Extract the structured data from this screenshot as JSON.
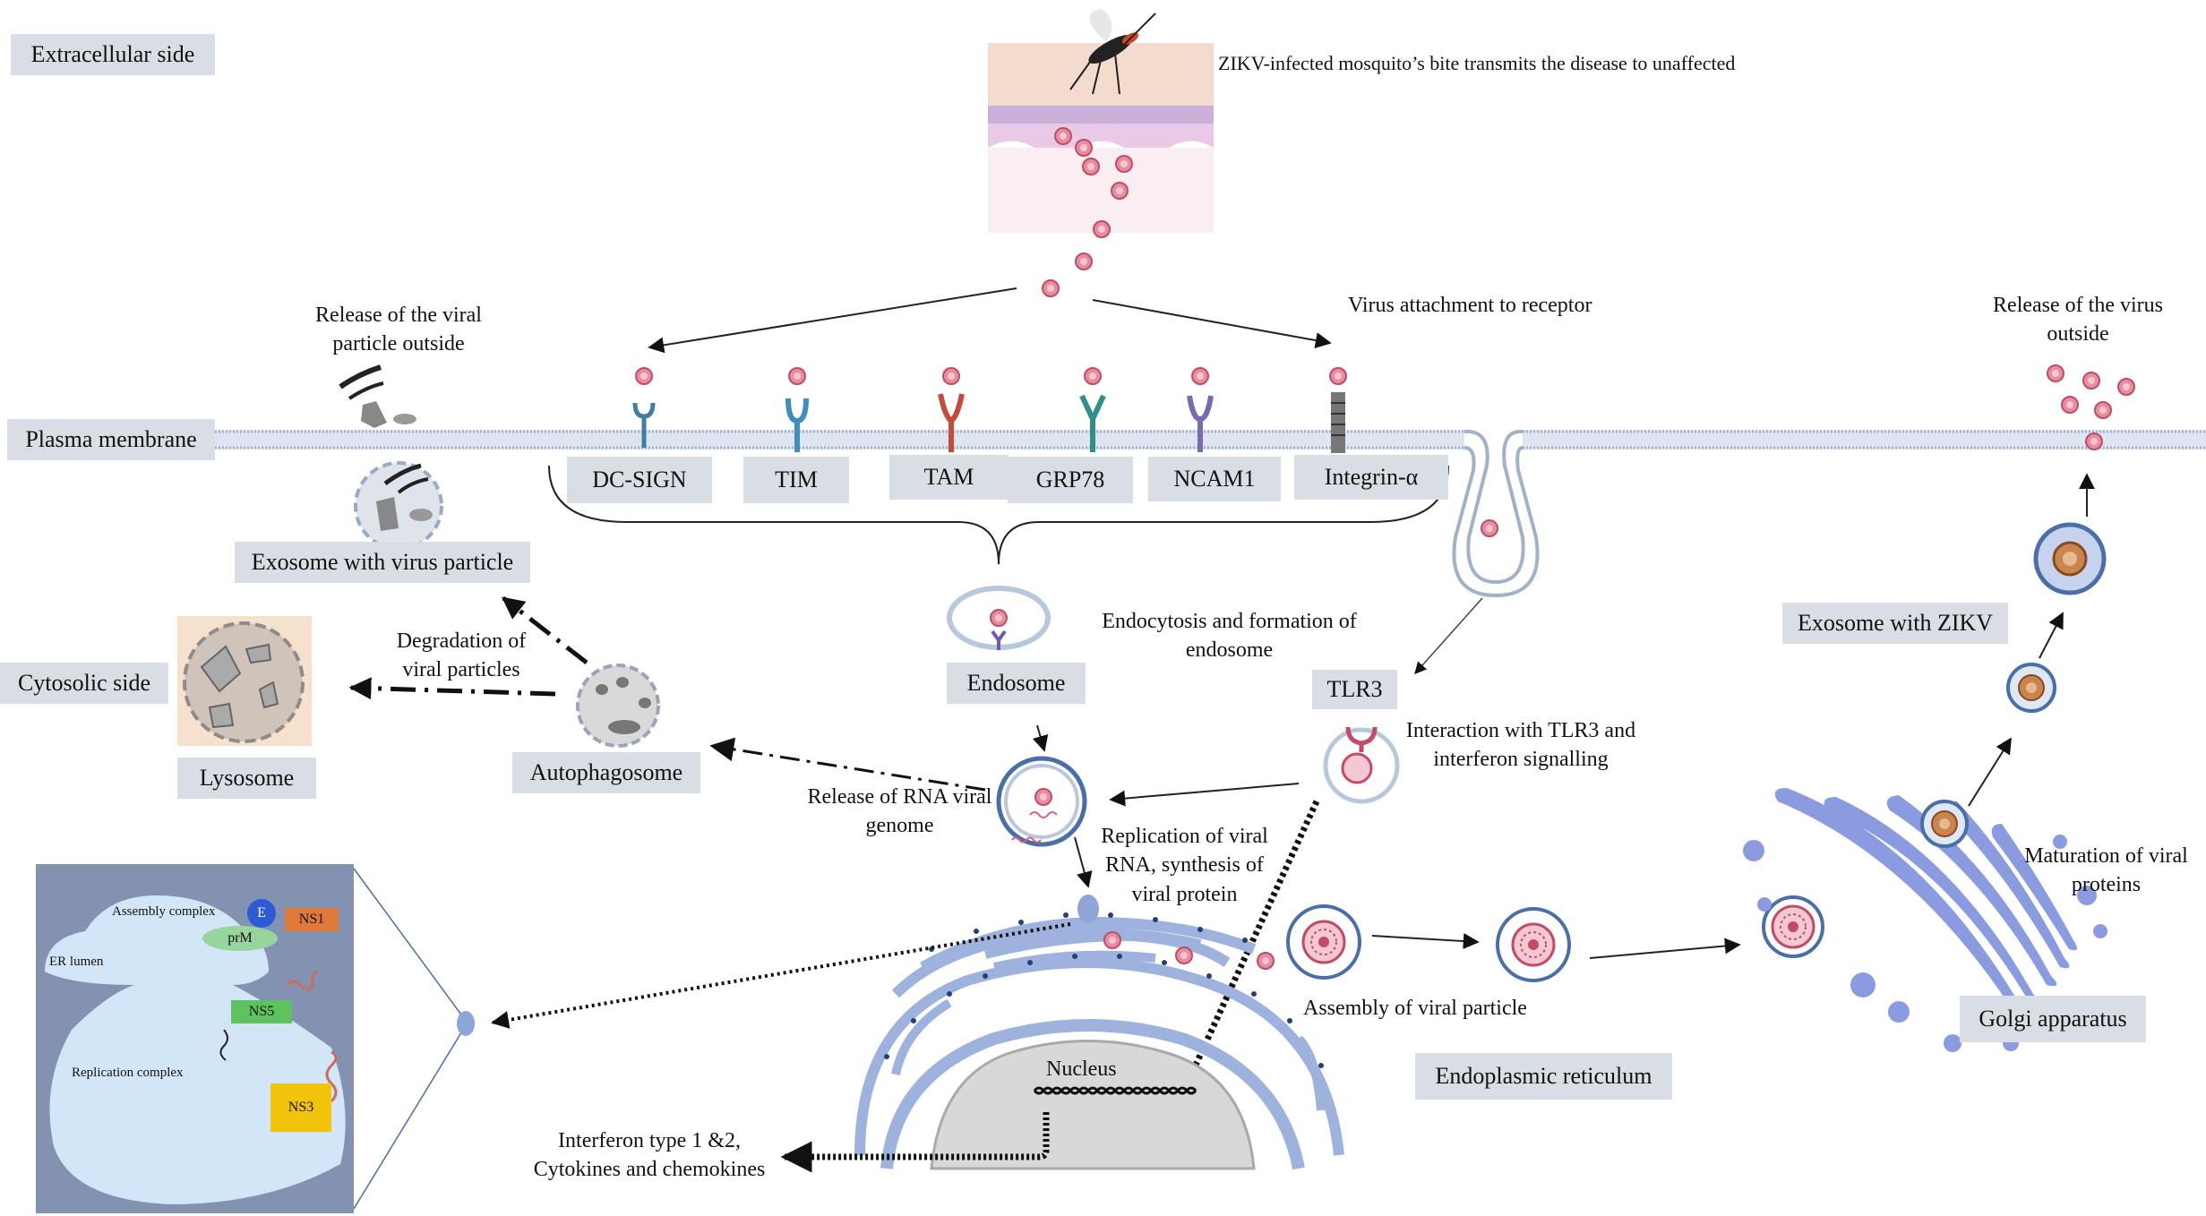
{
  "labels": {
    "extracellular": "Extracellular side",
    "plasma_membrane": "Plasma membrane",
    "cytosolic": "Cytosolic side",
    "exosome_virus": "Exosome with virus particle",
    "lysosome": "Lysosome",
    "autophagosome": "Autophagosome",
    "endosome": "Endosome",
    "tlr3": "TLR3",
    "exosome_zikv": "Exosome with ZIKV",
    "golgi": "Golgi apparatus",
    "er": "Endoplasmic reticulum",
    "nucleus": "Nucleus"
  },
  "receptors": [
    "DC-SIGN",
    "TIM",
    "TAM",
    "GRP78",
    "NCAM1",
    "Integrin-α"
  ],
  "annotations": {
    "mosquito": "ZIKV-infected  mosquito’s bite transmits the disease to unaffected",
    "attachment": "Virus attachment to receptor",
    "release_viral_1": "Release of the viral",
    "release_viral_2": "particle outside",
    "release_virus_1": "Release of the virus",
    "release_virus_2": "outside",
    "degradation_1": "Degradation of",
    "degradation_2": "viral particles",
    "endocytosis_1": "Endocytosis and formation of",
    "endocytosis_2": "endosome",
    "tlr3_interaction_1": "Interaction with TLR3 and",
    "tlr3_interaction_2": "interferon signalling",
    "rna_release_1": "Release of RNA viral",
    "rna_release_2": "genome",
    "replication_1": "Replication of viral",
    "replication_2": "RNA, synthesis  of",
    "replication_3": "viral protein",
    "maturation_1": "Maturation of viral",
    "maturation_2": "proteins",
    "assembly": "Assembly  of viral particle",
    "interferon_1": "Interferon type 1 &2,",
    "interferon_2": "Cytokines and chemokines"
  },
  "inset": {
    "assembly_complex": "Assembly complex",
    "er_lumen": "ER lumen",
    "replication_complex": "Replication complex",
    "proteins": {
      "e": "E",
      "ns1": "NS1",
      "prm": "prM",
      "ns5": "NS5",
      "ns3": "NS3"
    }
  },
  "colors": {
    "label_bg": "#d9dde4",
    "membrane": "#c6d3e3",
    "er_blue": "#8fa5d8",
    "virus_pink": "#d9607a",
    "golgi_blue": "#8a9be0",
    "inset_bg": "#8292b0",
    "inset_cell": "#d3e6f7"
  }
}
